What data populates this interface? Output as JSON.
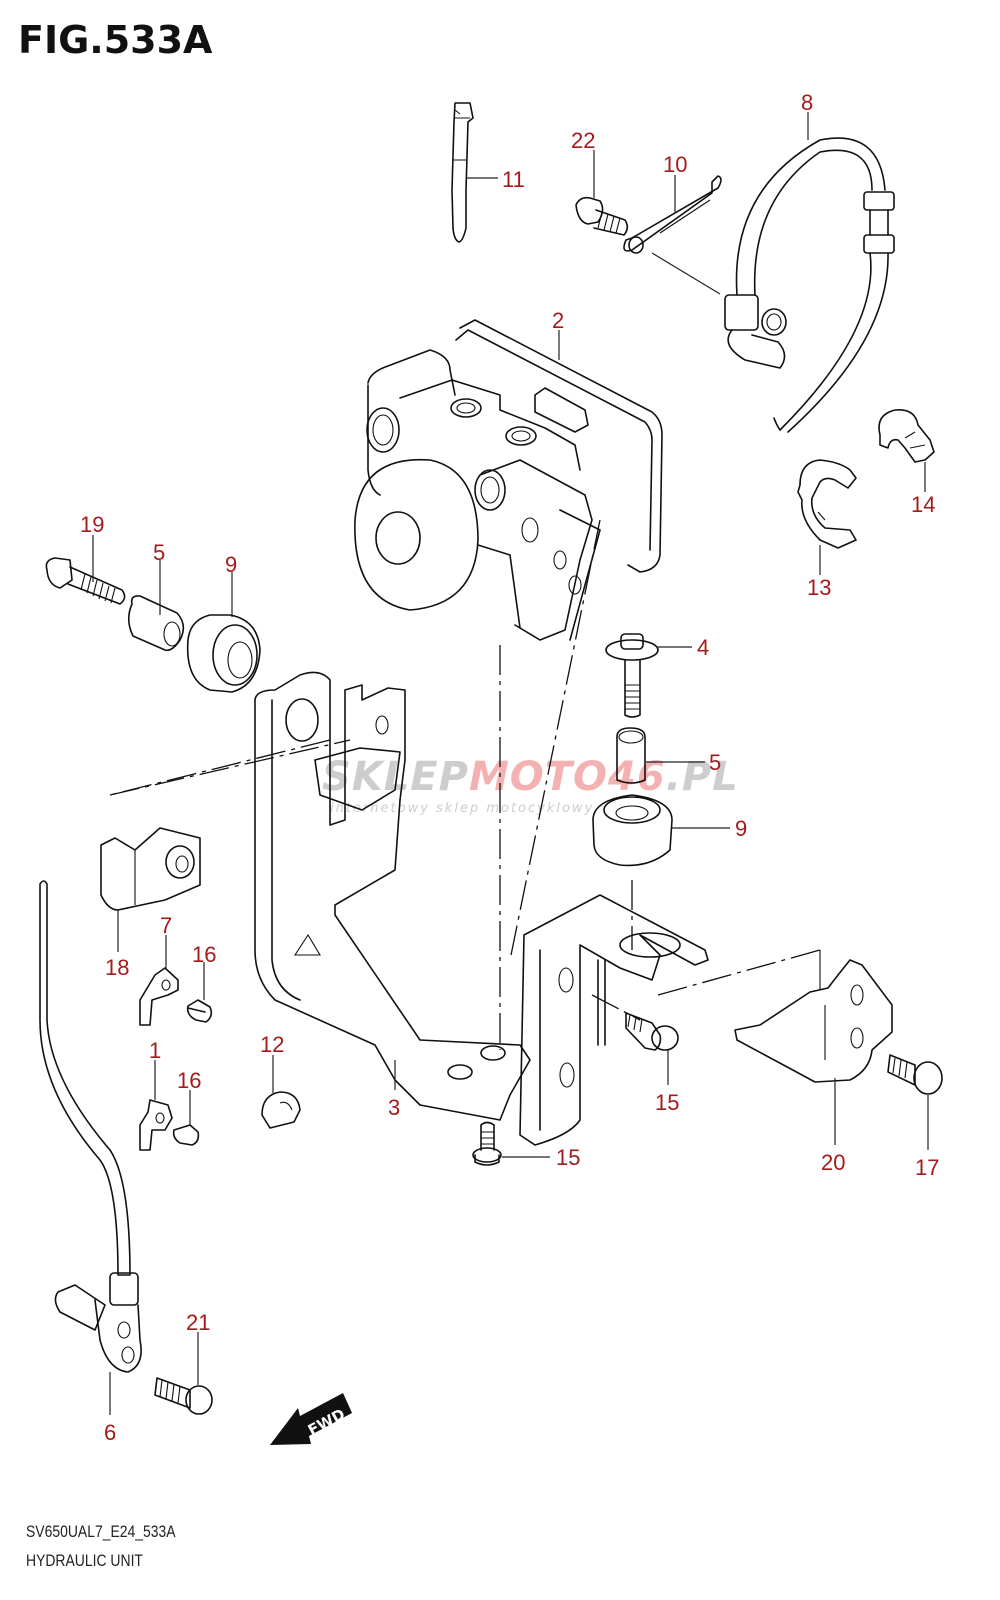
{
  "figure": {
    "title": "FIG.533A",
    "code": "SV650UAL7_E24_533A",
    "name": "HYDRAULIC UNIT"
  },
  "watermark": {
    "brand_part1": "SKLEP",
    "brand_part2": "MOTO",
    "brand_part3": "46",
    "brand_part4": ".PL",
    "tagline": "internetowy sklep motocyklowy",
    "colors": {
      "gray": "#c8c8c8",
      "red": "#f3a9a9"
    }
  },
  "fwd_arrow": {
    "label": "FWD"
  },
  "label_color": "#a31b1b",
  "parts": [
    {
      "ref": "1",
      "name": "clamp"
    },
    {
      "ref": "2",
      "name": "hydraulic-unit"
    },
    {
      "ref": "3",
      "name": "bracket"
    },
    {
      "ref": "4",
      "name": "bolt"
    },
    {
      "ref": "5",
      "name": "spacer"
    },
    {
      "ref": "6",
      "name": "rear-wheel-sensor"
    },
    {
      "ref": "7",
      "name": "clamp"
    },
    {
      "ref": "8",
      "name": "front-wheel-sensor"
    },
    {
      "ref": "9",
      "name": "cushion"
    },
    {
      "ref": "10",
      "name": "sensor-bracket"
    },
    {
      "ref": "11",
      "name": "cable-tie"
    },
    {
      "ref": "12",
      "name": "clamp"
    },
    {
      "ref": "13",
      "name": "clamp"
    },
    {
      "ref": "14",
      "name": "clamp"
    },
    {
      "ref": "15",
      "name": "bolt"
    },
    {
      "ref": "16",
      "name": "bolt"
    },
    {
      "ref": "17",
      "name": "bolt"
    },
    {
      "ref": "18",
      "name": "cover"
    },
    {
      "ref": "19",
      "name": "bolt"
    },
    {
      "ref": "20",
      "name": "bracket"
    },
    {
      "ref": "21",
      "name": "bolt"
    },
    {
      "ref": "22",
      "name": "bolt"
    }
  ],
  "callouts": {
    "c22": "22",
    "c10": "10",
    "c8": "8",
    "c11": "11",
    "c2": "2",
    "c14": "14",
    "c13": "13",
    "c19": "19",
    "c5a": "5",
    "c9a": "9",
    "c4": "4",
    "c5b": "5",
    "c9b": "9",
    "c18": "18",
    "c7": "7",
    "c16a": "16",
    "c1": "1",
    "c16b": "16",
    "c12": "12",
    "c3": "3",
    "c15a": "15",
    "c15b": "15",
    "c20": "20",
    "c17": "17",
    "c21": "21",
    "c6": "6"
  }
}
